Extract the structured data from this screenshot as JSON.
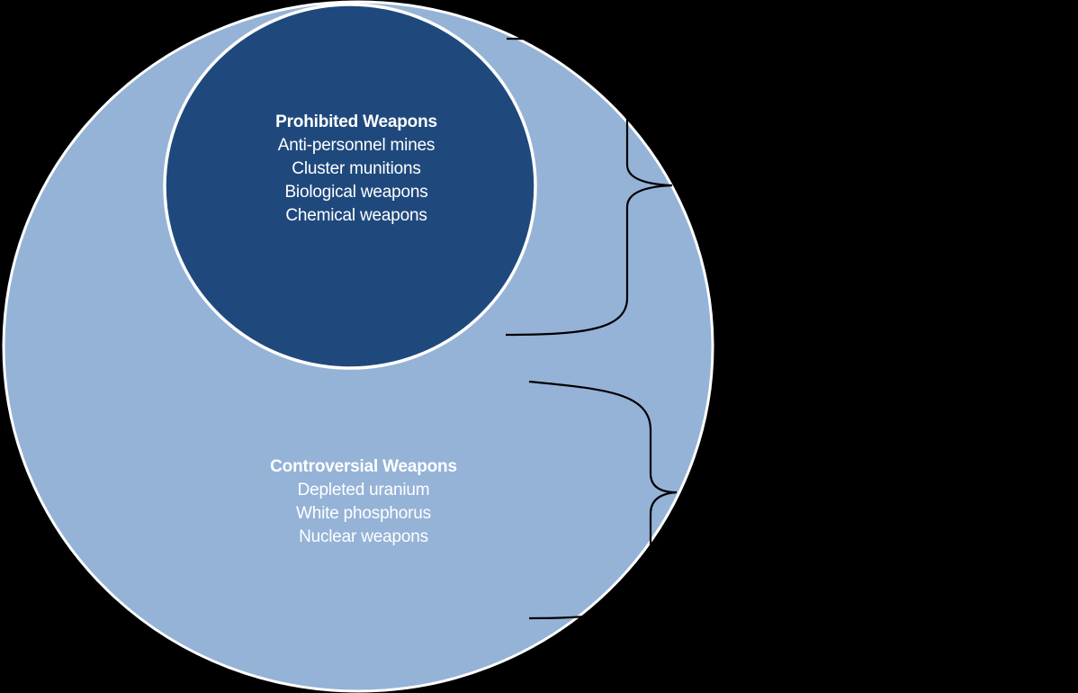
{
  "colors": {
    "background": "#000000",
    "outer_circle_fill": "#95B3D7",
    "inner_circle_fill": "#1F497D",
    "circle_stroke": "#FFFFFF",
    "brace_stroke": "#000000",
    "label_text": "#FFFFFF"
  },
  "inner_circle": {
    "title": "Prohibited Weapons",
    "items": [
      "Anti-personnel mines",
      "Cluster munitions",
      "Biological weapons",
      "Chemical weapons"
    ]
  },
  "outer_circle": {
    "title": "Controversial Weapons",
    "items": [
      "Depleted uranium",
      "White phosphorus",
      "Nuclear weapons"
    ]
  }
}
